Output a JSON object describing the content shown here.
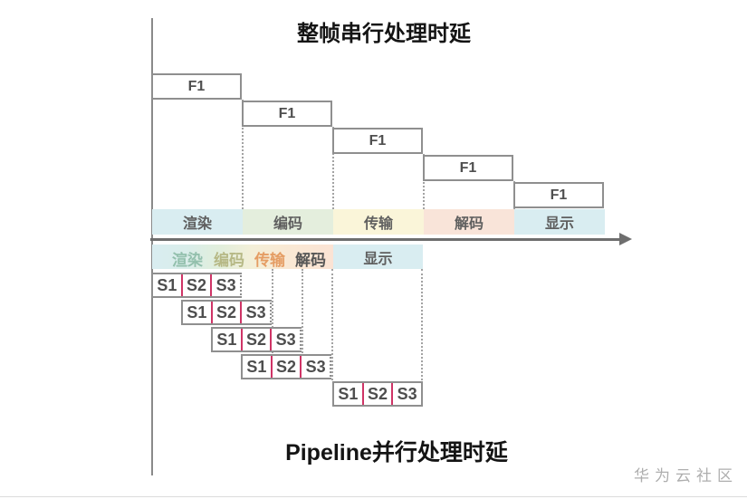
{
  "titles": {
    "serial": "整帧串行处理时延",
    "pipeline": "Pipeline并行处理时延"
  },
  "watermark": "华为云社区",
  "serial": {
    "frame_labels": [
      "F1",
      "F1",
      "F1",
      "F1",
      "F1"
    ],
    "stages": [
      {
        "label": "渲染",
        "color": "#d9edf1"
      },
      {
        "label": "编码",
        "color": "#e4eedd"
      },
      {
        "label": "传输",
        "color": "#faf5d9"
      },
      {
        "label": "解码",
        "color": "#f9e4d9"
      },
      {
        "label": "显示",
        "color": "#d9edf1"
      }
    ]
  },
  "pipeline": {
    "merged_stage_labels": [
      {
        "label": "渲染",
        "color": "#93c0ad"
      },
      {
        "label": "编码",
        "color": "#b6b885"
      },
      {
        "label": "传输",
        "color": "#e59d64"
      },
      {
        "label": "解码",
        "color": "#575757"
      }
    ],
    "display_stage": {
      "label": "显示",
      "color": "#d9edf1"
    },
    "slice_rows": [
      [
        "S1",
        "S2",
        "S3"
      ],
      [
        "S1",
        "S2",
        "S3"
      ],
      [
        "S1",
        "S2",
        "S3"
      ],
      [
        "S1",
        "S2",
        "S3"
      ],
      [
        "S1",
        "S2",
        "S3"
      ]
    ],
    "separator_color": "#cf3466"
  }
}
